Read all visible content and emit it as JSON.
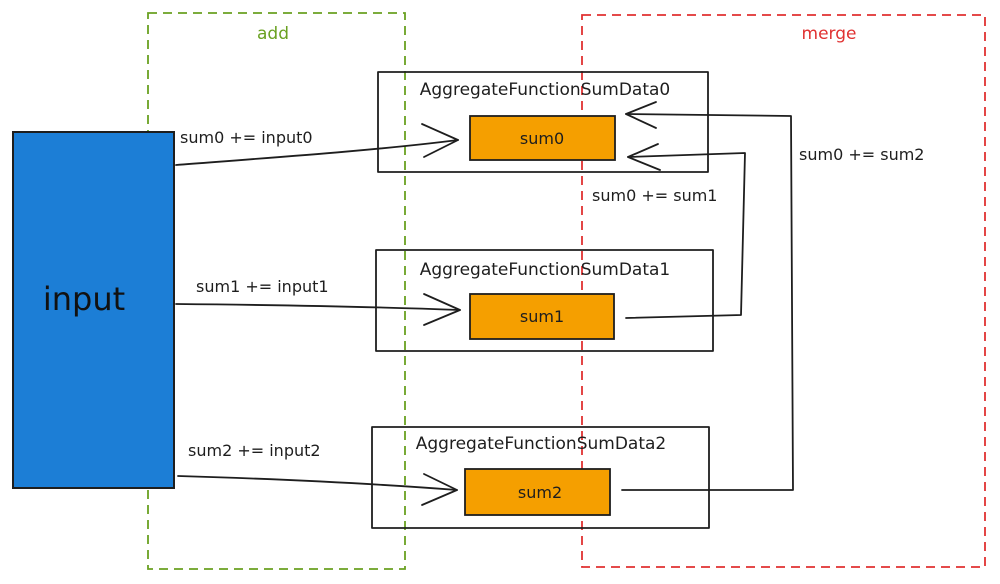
{
  "regions": {
    "add": {
      "label": "add",
      "color": "#6aa121"
    },
    "merge": {
      "label": "merge",
      "color": "#e03131"
    }
  },
  "input_block": {
    "label": "input",
    "fill": "#1c7ed6",
    "stroke": "#1e1e1e"
  },
  "containers": [
    {
      "title": "AggregateFunctionSumData0",
      "slot_label": "sum0"
    },
    {
      "title": "AggregateFunctionSumData1",
      "slot_label": "sum1"
    },
    {
      "title": "AggregateFunctionSumData2",
      "slot_label": "sum2"
    }
  ],
  "slot_fill": "#f59f00",
  "add_labels": [
    "sum0 += input0",
    "sum1 += input1",
    "sum2 += input2"
  ],
  "merge_labels": [
    "sum0 += sum1",
    "sum0 += sum2"
  ],
  "stroke_color": "#1e1e1e"
}
